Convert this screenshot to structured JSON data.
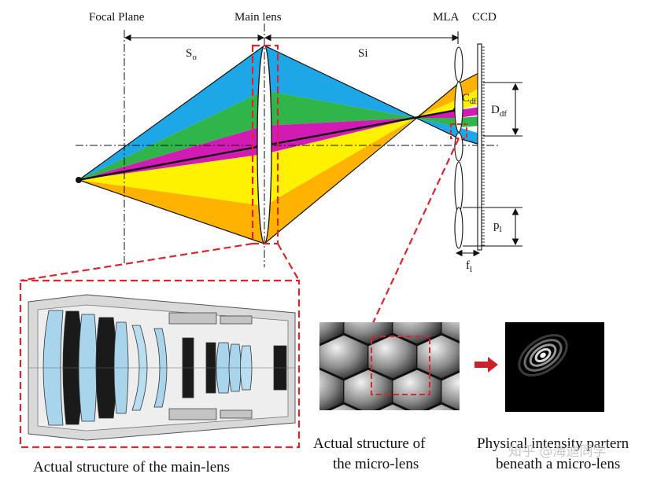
{
  "labels": {
    "focal_plane": "Focal Plane",
    "main_lens": "Main lens",
    "mla": "MLA",
    "ccd": "CCD",
    "so_base": "S",
    "so_sub": "o",
    "si": "Si",
    "cdf_base": "C",
    "cdf_sub": "df",
    "ddf_base": "D",
    "ddf_sub": "df",
    "pl_base": "p",
    "pl_sub": "l",
    "fl_base": "f",
    "fl_sub": "l"
  },
  "captions": {
    "main_lens_structure": "Actual structure of the main-lens",
    "micro_lens_line1": "Actual structure of",
    "micro_lens_line2": "the micro-lens",
    "intensity_line1": "Physical intensity partern",
    "intensity_line2": "beneath a micro-lens"
  },
  "watermark": "知乎 @海迪同学",
  "colors": {
    "blue": "#1ea7e6",
    "green": "#2fb54a",
    "magenta": "#d21bb4",
    "yellow": "#fff200",
    "orange": "#ffb200",
    "dashed_red": "#d7262d",
    "arrow_red": "#c9232a"
  }
}
